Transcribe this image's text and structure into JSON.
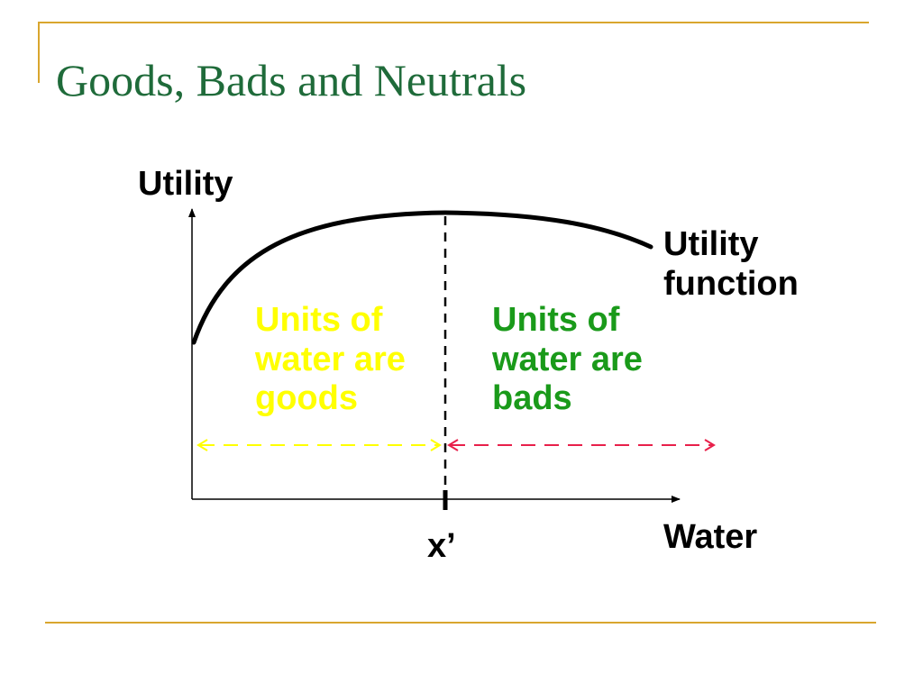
{
  "slide": {
    "title": "Goods, Bads and Neutrals",
    "colors": {
      "title": "#1f6b3a",
      "rule": "#d9a62e",
      "goods": "#ffff00",
      "bads": "#1a9a1a",
      "bads_arrow": "#e8204a",
      "goods_arrow": "#ffff00",
      "ink": "#000000"
    }
  },
  "diagram": {
    "y_axis_label": "Utility",
    "x_axis_label": "Water",
    "x_marker_label": "x’",
    "curve_label": [
      "Utility",
      "function"
    ],
    "goods_region_label": [
      "Units of",
      "water are",
      "goods"
    ],
    "bads_region_label": [
      "Units of",
      "water are",
      "bads"
    ]
  }
}
